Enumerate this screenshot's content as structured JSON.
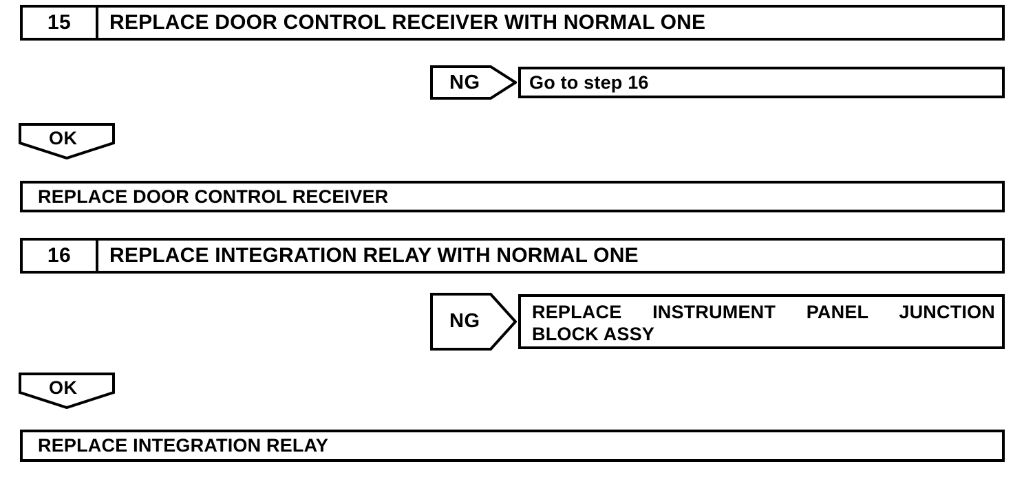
{
  "diagram": {
    "type": "troubleshooting-flowchart",
    "line_color": "#000000",
    "background_color": "#ffffff",
    "steps": [
      {
        "number": "15",
        "title": "REPLACE DOOR CONTROL RECEIVER WITH NORMAL ONE",
        "ng": {
          "label": "NG",
          "result_lines": [
            "Go to step 16"
          ]
        },
        "ok": {
          "label": "OK",
          "result_lines": [
            "REPLACE DOOR CONTROL RECEIVER"
          ]
        }
      },
      {
        "number": "16",
        "title": "REPLACE INTEGRATION RELAY WITH NORMAL ONE",
        "ng": {
          "label": "NG",
          "result_lines": [
            "REPLACE INSTRUMENT PANEL JUNCTION",
            "BLOCK ASSY"
          ]
        },
        "ok": {
          "label": "OK",
          "result_lines": [
            "REPLACE INTEGRATION RELAY"
          ]
        }
      }
    ]
  }
}
